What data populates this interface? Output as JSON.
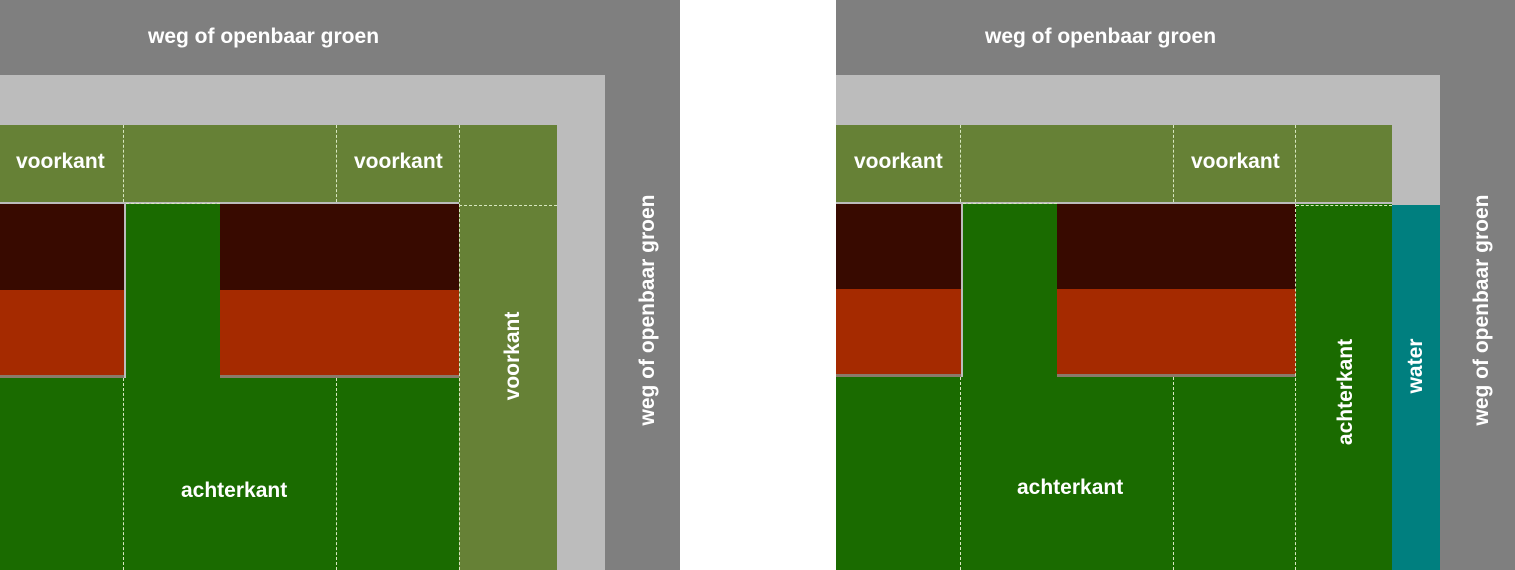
{
  "left_panel": {
    "road_top": "weg of openbaar groen",
    "road_right": "weg of openbaar groen",
    "front_1": "voorkant",
    "front_2": "voorkant",
    "front_side": "voorkant",
    "back": "achterkant"
  },
  "right_panel": {
    "road_top": "weg of openbaar groen",
    "road_right": "weg of openbaar groen",
    "front_1": "voorkant",
    "front_2": "voorkant",
    "back_side": "achterkant",
    "water": "water",
    "back": "achterkant"
  },
  "colors": {
    "road": "#7f7f7f",
    "sidewalk": "#bcbcbc",
    "front_yard": "#668136",
    "back_yard": "#1a6b00",
    "roof": "#380a00",
    "house": "#a52a00",
    "water": "#007f7f"
  }
}
